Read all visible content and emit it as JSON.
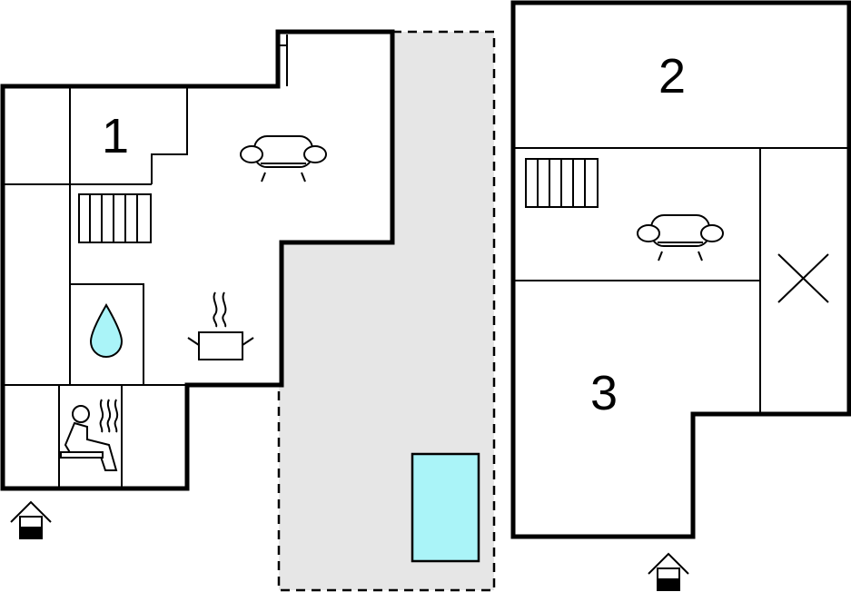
{
  "rooms": {
    "room1": "1",
    "room2": "2",
    "room3": "3"
  },
  "icons": {
    "sofa": "sofa-icon",
    "stairs": "stairs-icon",
    "water": "water-drop-icon",
    "cooking_pot": "cooking-pot-icon",
    "sauna": "sauna-icon",
    "entrance": "entrance-icon",
    "void": "open-void-cross-icon",
    "pool": "pool-icon"
  },
  "colors": {
    "wall": "#000000",
    "terrace": "#e6e6e6",
    "water": "#aaf4f8",
    "pool": "#aaf4f8"
  }
}
